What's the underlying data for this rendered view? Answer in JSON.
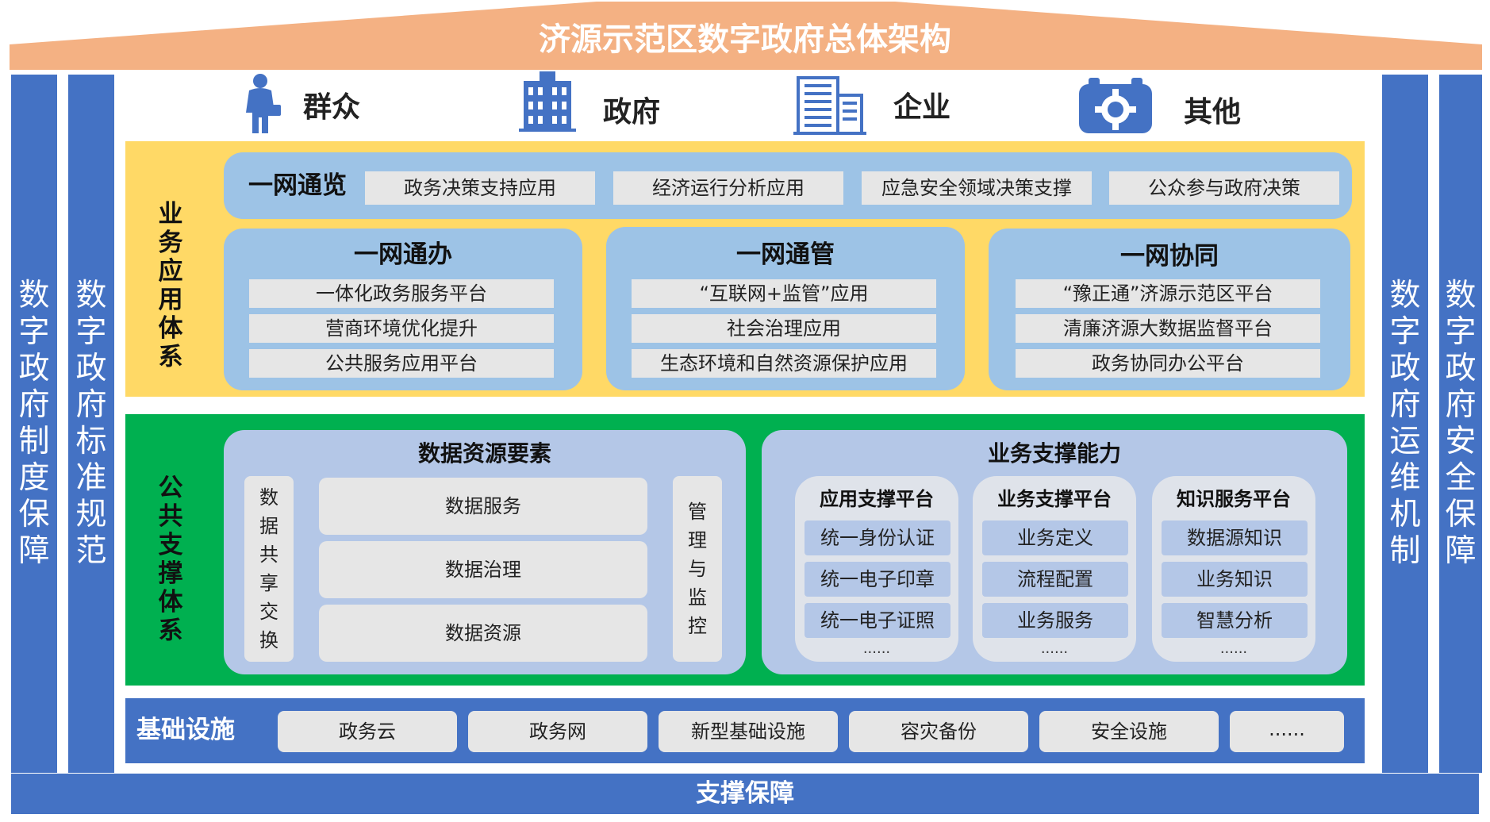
{
  "title": "济源示范区数字政府总体架构",
  "left_pillars": [
    "数字政府制度保障",
    "数字政府标准规范"
  ],
  "right_pillars": [
    "数字政府运维机制",
    "数字政府安全保障"
  ],
  "bottom_label": "支撑保障",
  "users": [
    {
      "icon": "person-icon",
      "label": "群众"
    },
    {
      "icon": "government-building-icon",
      "label": "政府"
    },
    {
      "icon": "office-building-icon",
      "label": "企业"
    },
    {
      "icon": "gear-icon",
      "label": "其他"
    }
  ],
  "business_layer": {
    "label": "业务应用体系",
    "overview": {
      "title": "一网通览",
      "items": [
        "政务决策支持应用",
        "经济运行分析应用",
        "应急安全领域决策支撑",
        "公众参与政府决策"
      ]
    },
    "groups": [
      {
        "title": "一网通办",
        "items": [
          "一体化政务服务平台",
          "营商环境优化提升",
          "公共服务应用平台"
        ]
      },
      {
        "title": "一网通管",
        "items": [
          "“互联网+监管”应用",
          "社会治理应用",
          "生态环境和自然资源保护应用"
        ]
      },
      {
        "title": "一网协同",
        "items": [
          "“豫正通”济源示范区平台",
          "清廉济源大数据监督平台",
          "政务协同办公平台"
        ]
      }
    ]
  },
  "support_layer": {
    "label": "公共支撑体系",
    "data": {
      "title": "数据资源要素",
      "left_bar": "数据共享交换",
      "right_bar": "管理与监控",
      "items": [
        "数据服务",
        "数据治理",
        "数据资源"
      ]
    },
    "capability": {
      "title": "业务支撑能力",
      "platforms": [
        {
          "title": "应用支撑平台",
          "items": [
            "统一身份认证",
            "统一电子印章",
            "统一电子证照"
          ],
          "more": "......"
        },
        {
          "title": "业务支撑平台",
          "items": [
            "业务定义",
            "流程配置",
            "业务服务"
          ],
          "more": "......"
        },
        {
          "title": "知识服务平台",
          "items": [
            "数据源知识",
            "业务知识",
            "智慧分析"
          ],
          "more": "......"
        }
      ]
    }
  },
  "infra_layer": {
    "label": "基础设施",
    "items": [
      "政务云",
      "政务网",
      "新型基础设施",
      "容灾备份",
      "安全设施",
      "......"
    ]
  },
  "colors": {
    "roof": "#f4b183",
    "pillar": "#4472c4",
    "business_bg": "#ffd966",
    "support_bg": "#00b050",
    "panel": "#9dc3e6",
    "panel_light": "#b4c7e7",
    "pill": "#e6e6e6"
  }
}
